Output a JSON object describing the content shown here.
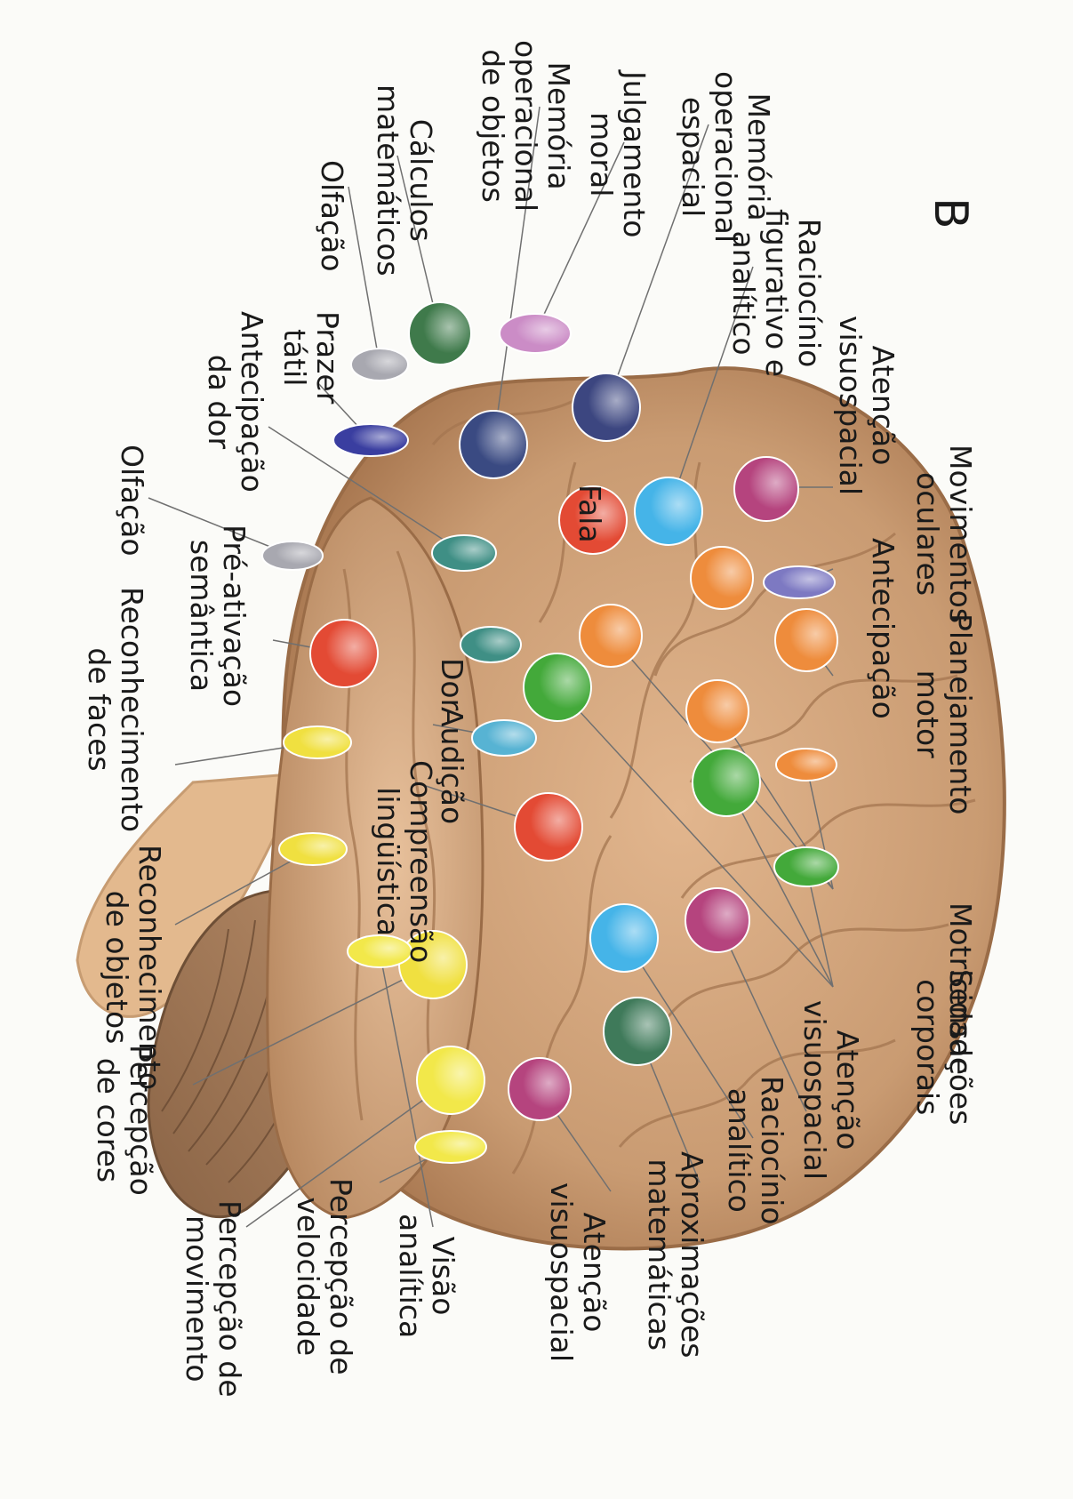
{
  "panel_letter": "B",
  "colors": {
    "background": "#fbfbf8",
    "brain": "#c99b72",
    "brainstem": "#e3b98e",
    "cerebellum": "#9c7453",
    "leader_line": "#707070",
    "label_text": "#1a1a1a"
  },
  "labels": [
    {
      "name": "movimentos-oculares",
      "lines": [
        "Movimentos",
        "oculares"
      ]
    },
    {
      "name": "planejamento-motor",
      "lines": [
        "Planejamento",
        "motor"
      ]
    },
    {
      "name": "motricidade",
      "lines": [
        "Motricidade"
      ]
    },
    {
      "name": "sensacoes-corporais",
      "lines": [
        "Sensações",
        "corporais"
      ]
    },
    {
      "name": "atencao-visuoespacial-top-left",
      "lines": [
        "Atenção",
        "visuospacial"
      ]
    },
    {
      "name": "antecipacao",
      "lines": [
        "Antecipação"
      ]
    },
    {
      "name": "raciocinio-figurativo",
      "lines": [
        "Raciocínio",
        "figurativo e",
        "analítico"
      ]
    },
    {
      "name": "memoria-operacional-espacial",
      "lines": [
        "Memória",
        "operacional",
        "espacial"
      ]
    },
    {
      "name": "julgamento-moral",
      "lines": [
        "Julgamento",
        "moral"
      ]
    },
    {
      "name": "memoria-operacional-objetos",
      "lines": [
        "Memória",
        "operacional",
        "de objetos"
      ]
    },
    {
      "name": "calculos-matematicos",
      "lines": [
        "Cálculos",
        "matemáticos"
      ]
    },
    {
      "name": "olfacao-upper",
      "lines": [
        "Olfação"
      ]
    },
    {
      "name": "prazer-tatil",
      "lines": [
        "Prazer",
        "tátil"
      ]
    },
    {
      "name": "antecipacao-dor",
      "lines": [
        "Antecipação",
        "da dor"
      ]
    },
    {
      "name": "olfacao-lower",
      "lines": [
        "Olfação"
      ]
    },
    {
      "name": "pre-ativacao-semantica",
      "lines": [
        "Pré-ativação",
        "semântica"
      ]
    },
    {
      "name": "reconhecimento-faces",
      "lines": [
        "Reconhecimento",
        "de faces"
      ]
    },
    {
      "name": "reconhecimento-objetos",
      "lines": [
        "Reconhecimento",
        "de objetos"
      ]
    },
    {
      "name": "percepcao-cores",
      "lines": [
        "Percepção",
        "de cores"
      ]
    },
    {
      "name": "percepcao-movimento",
      "lines": [
        "Percepção de",
        "movimento"
      ]
    },
    {
      "name": "percepcao-velocidade",
      "lines": [
        "Percepção de",
        "velocidade"
      ]
    },
    {
      "name": "visao-analitica",
      "lines": [
        "Visão",
        "analítica"
      ]
    },
    {
      "name": "atencao-visuoespacial-bottom",
      "lines": [
        "Atenção",
        "visuospacial"
      ]
    },
    {
      "name": "aproximacoes-matematicas",
      "lines": [
        "Aproximações",
        "matemáticas"
      ]
    },
    {
      "name": "raciocinio-analitico",
      "lines": [
        "Raciocínio",
        "analítico"
      ]
    },
    {
      "name": "atencao-visuoespacial-right",
      "lines": [
        "Atenção",
        "visuospacial"
      ]
    },
    {
      "name": "fala",
      "lines": [
        "Fala"
      ]
    },
    {
      "name": "dor",
      "lines": [
        "Dor"
      ]
    },
    {
      "name": "audicao",
      "lines": [
        "Audição"
      ]
    },
    {
      "name": "compreensao-linguistica",
      "lines": [
        "Compreensão",
        "lingüística"
      ]
    }
  ],
  "regions": [
    {
      "name": "region-atencao-visuoespacial-frontal",
      "color": "#b5447e"
    },
    {
      "name": "region-movimentos-oculares",
      "color": "#7d79c2"
    },
    {
      "name": "region-raciocinio-figurativo",
      "color": "#45b4e8"
    },
    {
      "name": "region-memoria-espacial",
      "color": "#3c4680"
    },
    {
      "name": "region-julgamento-moral",
      "color": "#cb8cc6"
    },
    {
      "name": "region-calculos",
      "color": "#3f7a4b"
    },
    {
      "name": "region-memoria-objetos",
      "color": "#3a4a82"
    },
    {
      "name": "region-olfacao-upper",
      "color": "#a8a8b0"
    },
    {
      "name": "region-prazer-tatil",
      "color": "#3a3ea0"
    },
    {
      "name": "region-fala",
      "color": "#e34a34"
    },
    {
      "name": "region-antecipacao-1",
      "color": "#ee8c3c"
    },
    {
      "name": "region-antecipacao-dor",
      "color": "#3f8f85"
    },
    {
      "name": "region-olfacao-lower",
      "color": "#a8a8b0"
    },
    {
      "name": "region-planejamento-1",
      "color": "#ee8c3c"
    },
    {
      "name": "region-planejamento-2",
      "color": "#ee8c3c"
    },
    {
      "name": "region-motricidade-1",
      "color": "#ee8c3c"
    },
    {
      "name": "region-motricidade-2",
      "color": "#ee8c3c"
    },
    {
      "name": "region-dor",
      "color": "#3f8f85"
    },
    {
      "name": "region-pre-ativacao",
      "color": "#e34a34"
    },
    {
      "name": "region-sensacoes-1",
      "color": "#43a93a"
    },
    {
      "name": "region-sensacoes-2",
      "color": "#43a93a"
    },
    {
      "name": "region-sensacoes-3",
      "color": "#43a93a"
    },
    {
      "name": "region-audicao",
      "color": "#57b3d3"
    },
    {
      "name": "region-reconhecimento-faces",
      "color": "#f0e040"
    },
    {
      "name": "region-compreensao",
      "color": "#e34a34"
    },
    {
      "name": "region-reconhecimento-objetos",
      "color": "#f0e040"
    },
    {
      "name": "region-atencao-parietal",
      "color": "#b5447e"
    },
    {
      "name": "region-raciocinio-analitico",
      "color": "#45b4e8"
    },
    {
      "name": "region-percepcao-cores",
      "color": "#f0e040"
    },
    {
      "name": "region-percepcao-movimento",
      "color": "#f2e84a"
    },
    {
      "name": "region-aproximacoes",
      "color": "#3f7a5a"
    },
    {
      "name": "region-percepcao-velocidade",
      "color": "#f2e84a"
    },
    {
      "name": "region-atencao-occipital",
      "color": "#b5447e"
    },
    {
      "name": "region-visao-analitica",
      "color": "#f2e84a"
    }
  ]
}
